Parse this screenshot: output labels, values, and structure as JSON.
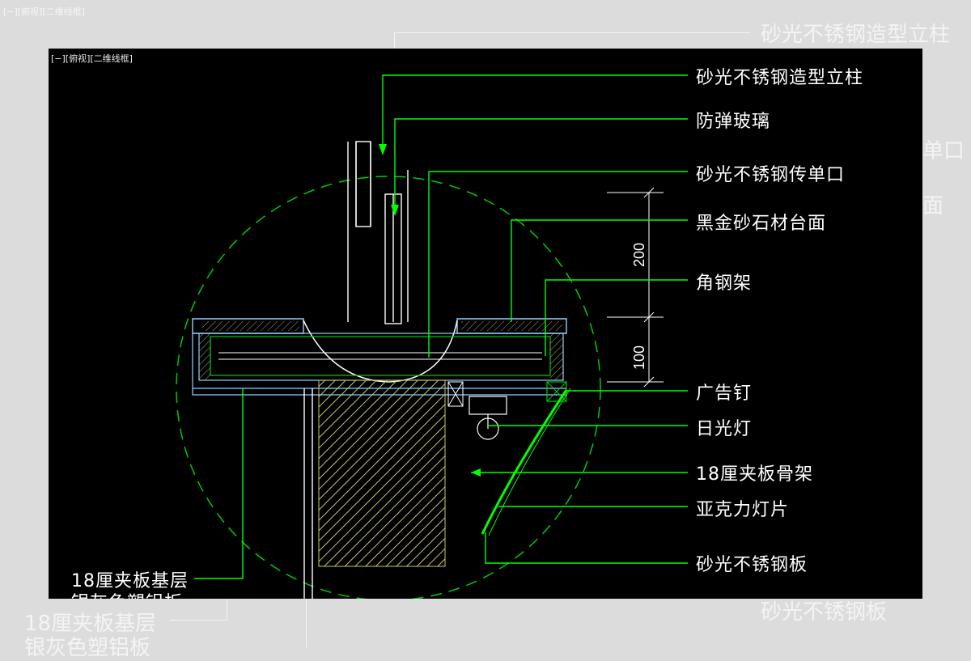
{
  "viewport_label": "[−][俯视][二维线框]",
  "callouts": [
    "砂光不锈钢造型立柱",
    "防弹玻璃",
    "砂光不锈钢传单口",
    "黑金砂石材台面",
    "角钢架",
    "广告钉",
    "日光灯",
    "18厘夹板骨架",
    "亚克力灯片",
    "砂光不锈钢板"
  ],
  "dimensions": [
    "200",
    "100"
  ],
  "left_annotation": [
    "18厘夹板基层",
    "银灰色塑铝板"
  ],
  "ghost_labels": [
    "砂光不锈钢造型立柱",
    "单口",
    "面",
    "砂光不锈钢板",
    "18厘夹板基层",
    "银灰色塑铝板"
  ],
  "colors": {
    "background": "#000000",
    "leader": "#00ff00",
    "geometry": "#8fd0ff",
    "hatch": "#c8c864",
    "text": "#ffffff"
  }
}
